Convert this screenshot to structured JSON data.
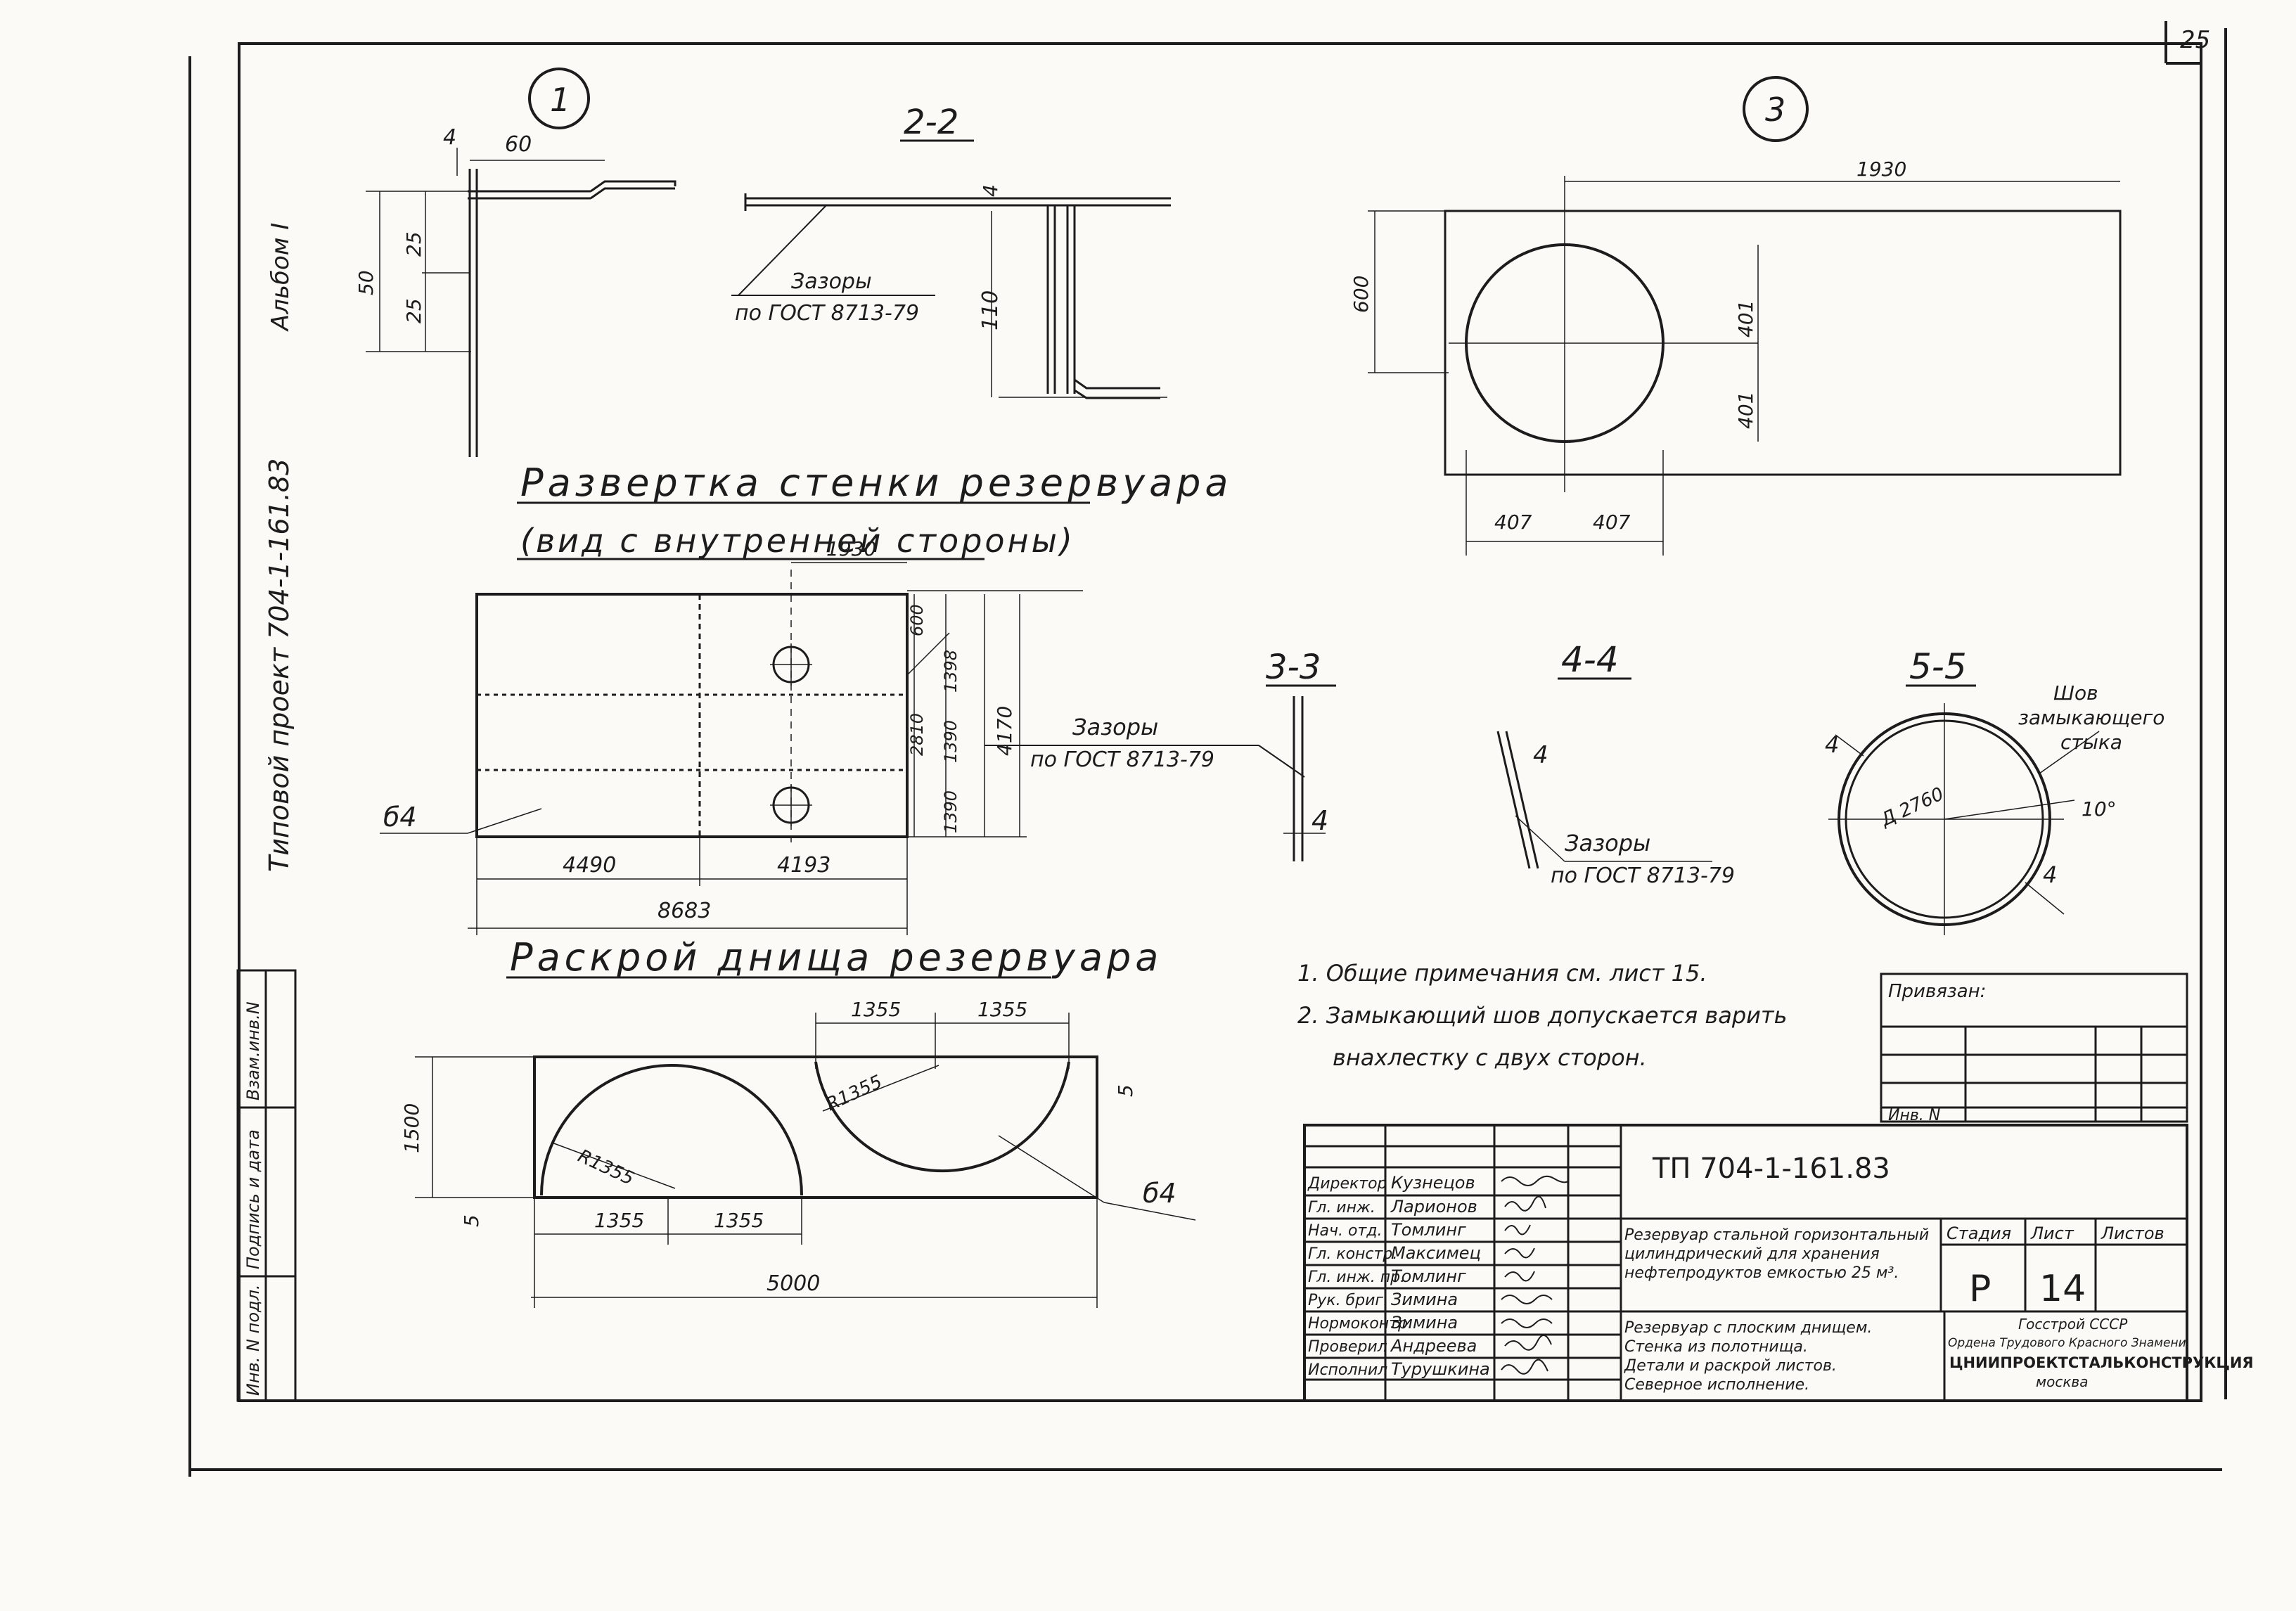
{
  "sheet_corner": {
    "number": "25"
  },
  "side": {
    "album": "Альбом I",
    "project": "Типовой проект 704-1-161.83"
  },
  "side_table": {
    "cells": [
      "Инв. N подл.",
      "Подпись и дата",
      "Взам.инв.N"
    ]
  },
  "detail_1": {
    "mark": "1",
    "dims": {
      "d4": "4",
      "d60": "60",
      "d50": "50",
      "d25a": "25",
      "d25b": "25"
    }
  },
  "section_2_2": {
    "title": "2-2",
    "dims": {
      "d4": "4",
      "d110": "110"
    },
    "gap_note": [
      "Зазоры",
      "по ГОСТ 8713-79"
    ]
  },
  "detail_3": {
    "mark": "3",
    "dims": {
      "d1930": "1930",
      "d600": "600",
      "d401a": "401",
      "d401b": "401",
      "d407a": "407",
      "d407b": "407"
    }
  },
  "wall_development": {
    "title": "Развертка стенки резервуара",
    "subtitle": "(вид с внутренней стороны)",
    "material": "б4",
    "dims": {
      "d1930": "1930",
      "d600": "600",
      "d1398": "1398",
      "d1390a": "1390",
      "d1390b": "1390",
      "d2810": "2810",
      "d4170": "4170",
      "d4490": "4490",
      "d4193": "4193",
      "d8683": "8683"
    },
    "gap_note": [
      "Зазоры",
      "по ГОСТ 8713-79"
    ]
  },
  "section_3_3": {
    "title": "3-3",
    "dim": "4"
  },
  "section_4_4": {
    "title": "4-4",
    "dim": "4",
    "gap_note": [
      "Зазоры",
      "по ГОСТ 8713-79"
    ]
  },
  "section_5_5": {
    "title": "5-5",
    "dia": "Д 2760",
    "angle": "10°",
    "dim_a": "4",
    "dim_b": "4",
    "note": [
      "Шов",
      "замыкающего",
      "стыка"
    ]
  },
  "bottom_cutting": {
    "title": "Раскрой днища резервуара",
    "material": "б4",
    "radius": "R1355",
    "dims": {
      "d1355a": "1355",
      "d1355b": "1355",
      "d1355c": "1355",
      "d1355d": "1355",
      "d1500": "1500",
      "d5a": "5",
      "d5b": "5",
      "d5000": "5000"
    }
  },
  "notes": [
    "1. Общие примечания см. лист 15.",
    "2. Замыкающий шов допускается варить",
    "внахлестку с двух сторон."
  ],
  "binding_box": {
    "title": "Привязан:",
    "inv": "Инв. N"
  },
  "title_block": {
    "code": "ТП 704-1-161.83",
    "roles": [
      "Директор",
      "Гл. инж.",
      "Нач. отд.",
      "Гл. констр.",
      "Гл. инж. пр.",
      "Рук. бриг.",
      "Нормоконтр.",
      "Проверил",
      "Исполнил"
    ],
    "names": [
      "Кузнецов",
      "Ларионов",
      "Томлинг",
      "Максимец",
      "Томлинг",
      "Зимина",
      "Зимина",
      "Андреева",
      "Турушкина"
    ],
    "description": [
      "Резервуар стальной горизонтальный",
      "цилиндрический для хранения",
      "нефтепродуктов емкостью 25 м³."
    ],
    "stage_label": "Стадия",
    "sheet_label": "Лист",
    "sheets_label": "Листов",
    "stage": "Р",
    "sheet": "14",
    "sheet_title": [
      "Резервуар с плоским днищем.",
      "Стенка из полотнища.",
      "Детали и раскрой листов.",
      "Северное исполнение."
    ],
    "org": [
      "Госстрой СССР",
      "Ордена Трудового Красного Знамени",
      "ЦНИИПРОЕКТСТАЛЬКОНСТРУКЦИЯ",
      "москва"
    ]
  }
}
